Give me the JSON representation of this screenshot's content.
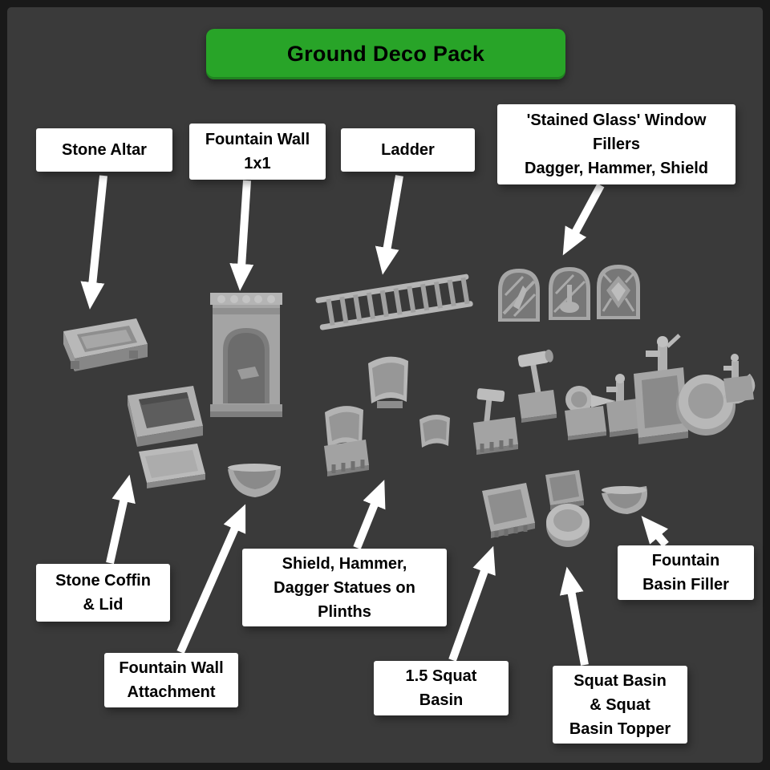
{
  "banner": {
    "title": "Ground Deco Pack"
  },
  "colors": {
    "background": "#3a3a3a",
    "frame_border": "#191919",
    "banner_green": "#28a428",
    "banner_text": "#000000",
    "label_background": "#ffffff",
    "label_text": "#000000",
    "arrow": "#ffffff",
    "model_gray": "#a9a9a9"
  },
  "callouts": [
    {
      "id": "stone-altar",
      "label": "Stone Altar"
    },
    {
      "id": "fountain-wall-1x1",
      "label": "Fountain Wall\n1x1"
    },
    {
      "id": "ladder",
      "label": "Ladder"
    },
    {
      "id": "stained-glass-window-fillers",
      "label": "'Stained Glass' Window\nFillers\nDagger, Hammer, Shield"
    },
    {
      "id": "stone-coffin-and-lid",
      "label": "Stone Coffin\n& Lid"
    },
    {
      "id": "fountain-wall-attachment",
      "label": "Fountain Wall\nAttachment"
    },
    {
      "id": "statues-on-plinths",
      "label": "Shield, Hammer,\nDagger Statues on\nPlinths"
    },
    {
      "id": "squat-basin-1-5",
      "label": "1.5 Squat\nBasin"
    },
    {
      "id": "squat-basin-and-topper",
      "label": "Squat Basin\n& Squat\nBasin Topper"
    },
    {
      "id": "fountain-basin-filler",
      "label": "Fountain\nBasin Filler"
    }
  ]
}
